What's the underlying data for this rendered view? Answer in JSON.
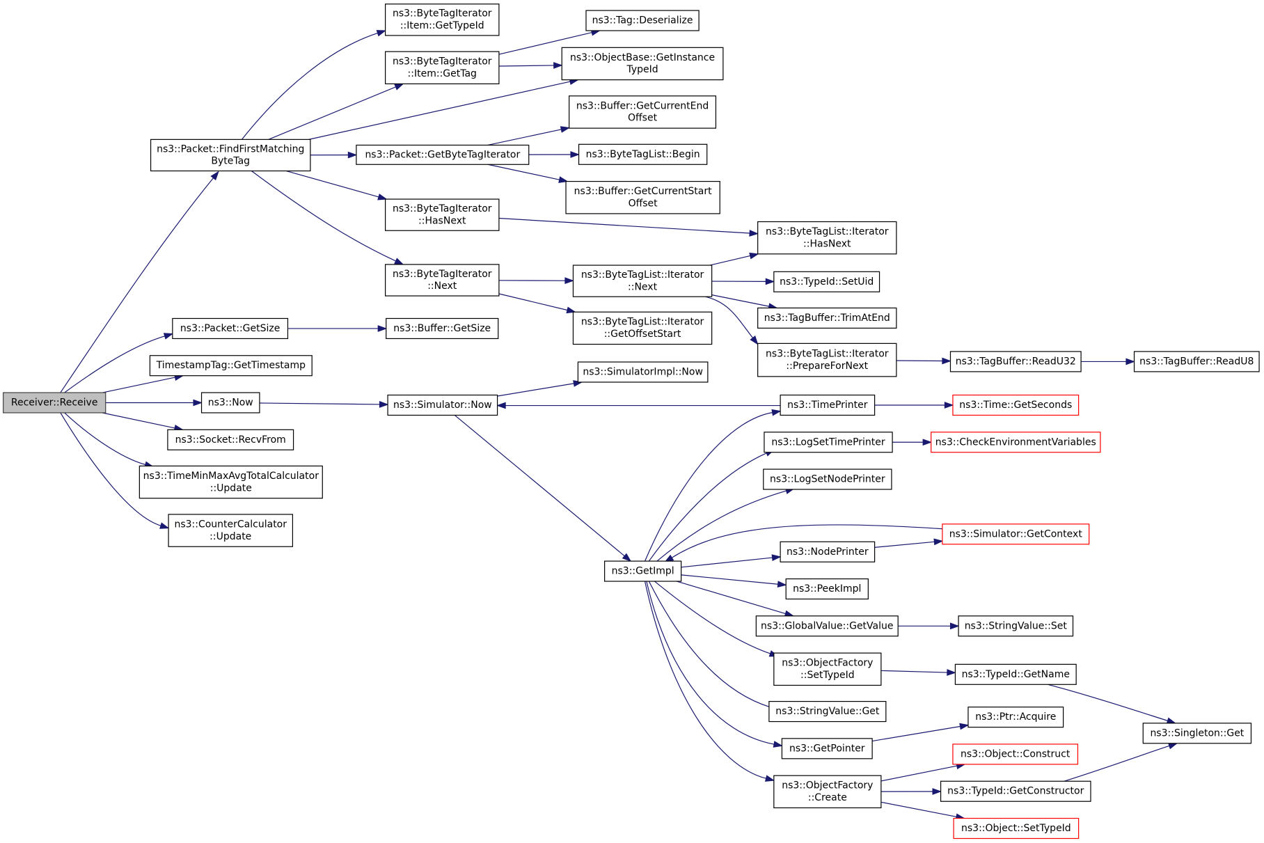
{
  "colors": {
    "edge": "#191970",
    "node_border": "#000000",
    "truncated_border": "#ff0000",
    "root_fill": "#bfbfbf"
  },
  "nodes": [
    {
      "id": "receive",
      "lines": [
        "Receiver::Receive"
      ],
      "style": "root"
    },
    {
      "id": "findFirst",
      "lines": [
        "ns3::Packet::FindFirstMatching",
        "ByteTag"
      ]
    },
    {
      "id": "getSize",
      "lines": [
        "ns3::Packet::GetSize"
      ]
    },
    {
      "id": "getTimestamp",
      "lines": [
        "TimestampTag::GetTimestamp"
      ]
    },
    {
      "id": "now",
      "lines": [
        "ns3::Now"
      ]
    },
    {
      "id": "recvFrom",
      "lines": [
        "ns3::Socket::RecvFrom"
      ]
    },
    {
      "id": "tmmUpdate",
      "lines": [
        "ns3::TimeMinMaxAvgTotalCalculator",
        "::Update"
      ]
    },
    {
      "id": "ccUpdate",
      "lines": [
        "ns3::CounterCalculator",
        "::Update"
      ]
    },
    {
      "id": "itemGetTypeId",
      "lines": [
        "ns3::ByteTagIterator",
        "::Item::GetTypeId"
      ]
    },
    {
      "id": "itemGetTag",
      "lines": [
        "ns3::ByteTagIterator",
        "::Item::GetTag"
      ]
    },
    {
      "id": "getBTI",
      "lines": [
        "ns3::Packet::GetByteTagIterator"
      ]
    },
    {
      "id": "btiHasNext",
      "lines": [
        "ns3::ByteTagIterator",
        "::HasNext"
      ]
    },
    {
      "id": "btiNext",
      "lines": [
        "ns3::ByteTagIterator",
        "::Next"
      ]
    },
    {
      "id": "bufGetSize",
      "lines": [
        "ns3::Buffer::GetSize"
      ]
    },
    {
      "id": "simNow",
      "lines": [
        "ns3::Simulator::Now"
      ]
    },
    {
      "id": "tagDeser",
      "lines": [
        "ns3::Tag::Deserialize"
      ]
    },
    {
      "id": "objGetInst",
      "lines": [
        "ns3::ObjectBase::GetInstance",
        "TypeId"
      ]
    },
    {
      "id": "bufCurEnd",
      "lines": [
        "ns3::Buffer::GetCurrentEnd",
        "Offset"
      ]
    },
    {
      "id": "btlBegin",
      "lines": [
        "ns3::ByteTagList::Begin"
      ]
    },
    {
      "id": "bufCurStart",
      "lines": [
        "ns3::Buffer::GetCurrentStart",
        "Offset"
      ]
    },
    {
      "id": "btlItNext",
      "lines": [
        "ns3::ByteTagList::Iterator",
        "::Next"
      ]
    },
    {
      "id": "btlItGetOff",
      "lines": [
        "ns3::ByteTagList::Iterator",
        "::GetOffsetStart"
      ]
    },
    {
      "id": "simImplNow",
      "lines": [
        "ns3::SimulatorImpl::Now"
      ]
    },
    {
      "id": "getImpl",
      "lines": [
        "ns3::GetImpl"
      ]
    },
    {
      "id": "btlItHasNext",
      "lines": [
        "ns3::ByteTagList::Iterator",
        "::HasNext"
      ]
    },
    {
      "id": "typeIdSetUid",
      "lines": [
        "ns3::TypeId::SetUid"
      ]
    },
    {
      "id": "tbTrim",
      "lines": [
        "ns3::TagBuffer::TrimAtEnd"
      ]
    },
    {
      "id": "btlItPrep",
      "lines": [
        "ns3::ByteTagList::Iterator",
        "::PrepareForNext"
      ]
    },
    {
      "id": "timePrinter",
      "lines": [
        "ns3::TimePrinter"
      ]
    },
    {
      "id": "logSetTime",
      "lines": [
        "ns3::LogSetTimePrinter"
      ]
    },
    {
      "id": "logSetNode",
      "lines": [
        "ns3::LogSetNodePrinter"
      ]
    },
    {
      "id": "nodePrinter",
      "lines": [
        "ns3::NodePrinter"
      ]
    },
    {
      "id": "peekImpl",
      "lines": [
        "ns3::PeekImpl"
      ]
    },
    {
      "id": "gvGetValue",
      "lines": [
        "ns3::GlobalValue::GetValue"
      ]
    },
    {
      "id": "ofSetTypeId",
      "lines": [
        "ns3::ObjectFactory",
        "::SetTypeId"
      ]
    },
    {
      "id": "svGet",
      "lines": [
        "ns3::StringValue::Get"
      ]
    },
    {
      "id": "getPointer",
      "lines": [
        "ns3::GetPointer"
      ]
    },
    {
      "id": "ofCreate",
      "lines": [
        "ns3::ObjectFactory",
        "::Create"
      ]
    },
    {
      "id": "tbReadU32",
      "lines": [
        "ns3::TagBuffer::ReadU32"
      ]
    },
    {
      "id": "tbReadU8",
      "lines": [
        "ns3::TagBuffer::ReadU8"
      ]
    },
    {
      "id": "timeGetSec",
      "lines": [
        "ns3::Time::GetSeconds"
      ],
      "style": "trunc"
    },
    {
      "id": "checkEnv",
      "lines": [
        "ns3::CheckEnvironmentVariables"
      ],
      "style": "trunc"
    },
    {
      "id": "simGetCtx",
      "lines": [
        "ns3::Simulator::GetContext"
      ],
      "style": "trunc"
    },
    {
      "id": "svSet",
      "lines": [
        "ns3::StringValue::Set"
      ]
    },
    {
      "id": "typeIdGetName",
      "lines": [
        "ns3::TypeId::GetName"
      ]
    },
    {
      "id": "ptrAcquire",
      "lines": [
        "ns3::Ptr::Acquire"
      ]
    },
    {
      "id": "objConstruct",
      "lines": [
        "ns3::Object::Construct"
      ],
      "style": "trunc"
    },
    {
      "id": "typeIdGetCtor",
      "lines": [
        "ns3::TypeId::GetConstructor"
      ]
    },
    {
      "id": "objSetTypeId",
      "lines": [
        "ns3::Object::SetTypeId"
      ],
      "style": "trunc"
    },
    {
      "id": "singletonGet",
      "lines": [
        "ns3::Singleton::Get"
      ]
    }
  ],
  "edges": [
    {
      "from": "receive",
      "to": "findFirst"
    },
    {
      "from": "receive",
      "to": "getSize"
    },
    {
      "from": "receive",
      "to": "getTimestamp"
    },
    {
      "from": "receive",
      "to": "now"
    },
    {
      "from": "receive",
      "to": "recvFrom"
    },
    {
      "from": "receive",
      "to": "tmmUpdate"
    },
    {
      "from": "receive",
      "to": "ccUpdate"
    },
    {
      "from": "findFirst",
      "to": "itemGetTypeId"
    },
    {
      "from": "findFirst",
      "to": "itemGetTag"
    },
    {
      "from": "findFirst",
      "to": "objGetInst"
    },
    {
      "from": "findFirst",
      "to": "getBTI"
    },
    {
      "from": "findFirst",
      "to": "btiHasNext"
    },
    {
      "from": "findFirst",
      "to": "btiNext"
    },
    {
      "from": "itemGetTag",
      "to": "tagDeser"
    },
    {
      "from": "itemGetTag",
      "to": "objGetInst"
    },
    {
      "from": "getBTI",
      "to": "bufCurEnd"
    },
    {
      "from": "getBTI",
      "to": "btlBegin"
    },
    {
      "from": "getBTI",
      "to": "bufCurStart"
    },
    {
      "from": "btiHasNext",
      "to": "btlItHasNext"
    },
    {
      "from": "btiNext",
      "to": "btlItNext"
    },
    {
      "from": "btiNext",
      "to": "btlItGetOff"
    },
    {
      "from": "btlItNext",
      "to": "btlItHasNext"
    },
    {
      "from": "btlItNext",
      "to": "typeIdSetUid"
    },
    {
      "from": "btlItNext",
      "to": "tbTrim"
    },
    {
      "from": "btlItNext",
      "to": "btlItPrep"
    },
    {
      "from": "btlItPrep",
      "to": "tbReadU32"
    },
    {
      "from": "tbReadU32",
      "to": "tbReadU8"
    },
    {
      "from": "getSize",
      "to": "bufGetSize"
    },
    {
      "from": "now",
      "to": "simNow"
    },
    {
      "from": "simNow",
      "to": "simImplNow"
    },
    {
      "from": "simNow",
      "to": "getImpl"
    },
    {
      "from": "timePrinter",
      "to": "simNow"
    },
    {
      "from": "timePrinter",
      "to": "timeGetSec"
    },
    {
      "from": "logSetTime",
      "to": "checkEnv"
    },
    {
      "from": "getImpl",
      "to": "timePrinter"
    },
    {
      "from": "getImpl",
      "to": "logSetTime"
    },
    {
      "from": "getImpl",
      "to": "logSetNode"
    },
    {
      "from": "simGetCtx",
      "to": "getImpl"
    },
    {
      "from": "getImpl",
      "to": "nodePrinter"
    },
    {
      "from": "nodePrinter",
      "to": "simGetCtx"
    },
    {
      "from": "getImpl",
      "to": "peekImpl"
    },
    {
      "from": "getImpl",
      "to": "gvGetValue"
    },
    {
      "from": "getImpl",
      "to": "ofSetTypeId"
    },
    {
      "from": "getImpl",
      "to": "svGet"
    },
    {
      "from": "getImpl",
      "to": "getPointer"
    },
    {
      "from": "getImpl",
      "to": "ofCreate"
    },
    {
      "from": "gvGetValue",
      "to": "svSet"
    },
    {
      "from": "ofSetTypeId",
      "to": "typeIdGetName"
    },
    {
      "from": "typeIdGetName",
      "to": "singletonGet"
    },
    {
      "from": "getPointer",
      "to": "ptrAcquire"
    },
    {
      "from": "ofCreate",
      "to": "objConstruct"
    },
    {
      "from": "ofCreate",
      "to": "typeIdGetCtor"
    },
    {
      "from": "ofCreate",
      "to": "objSetTypeId"
    },
    {
      "from": "typeIdGetCtor",
      "to": "singletonGet"
    }
  ]
}
